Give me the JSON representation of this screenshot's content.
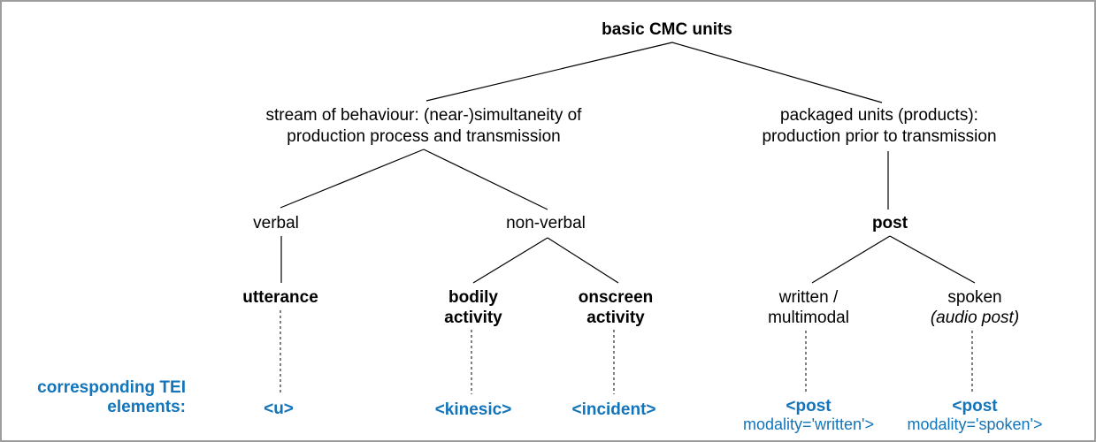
{
  "diagram": {
    "title": "basic CMC units",
    "accent_blue": "#1274BA",
    "nodes": {
      "stream": {
        "line1": "stream of behaviour: (near-)simultaneity of",
        "line2": "production process and transmission"
      },
      "packaged": {
        "line1": "packaged units (products):",
        "line2": "production prior to transmission"
      },
      "verbal": {
        "label": "verbal"
      },
      "nonverbal": {
        "label": "non-verbal"
      },
      "post": {
        "label": "post"
      },
      "utterance": {
        "label": "utterance"
      },
      "bodily": {
        "line1": "bodily",
        "line2": "activity"
      },
      "onscreen": {
        "line1": "onscreen",
        "line2": "activity"
      },
      "written": {
        "line1": "written /",
        "line2": "multimodal"
      },
      "spoken": {
        "line1": "spoken",
        "line2": "(audio post)"
      }
    },
    "tei_caption": {
      "line1": "corresponding TEI",
      "line2": "elements:"
    },
    "tei_elements": {
      "u": "<u>",
      "kinesic": "<kinesic>",
      "incident": "<incident>",
      "post_written": {
        "line1": "<post",
        "line2": "modality='written'>"
      },
      "post_spoken": {
        "line1": "<post",
        "line2": "modality='spoken'>"
      }
    }
  }
}
